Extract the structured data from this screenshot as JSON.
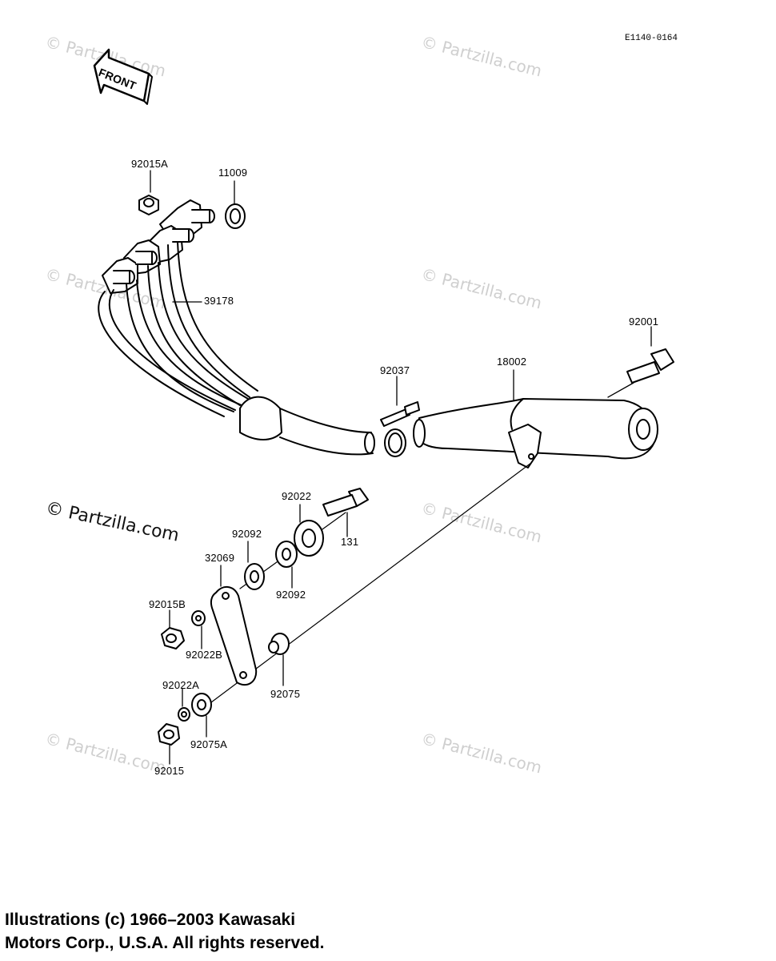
{
  "drawing_code": "E1140-0164",
  "front_arrow": {
    "label": "FRONT",
    "icon": "front-arrow-icon"
  },
  "watermark": {
    "text": "© Partzilla.com",
    "primary_text": "© Partzilla.com",
    "color": "#cfcfcf"
  },
  "parts": {
    "p92015A": "92015A",
    "p11009": "11009",
    "p39178": "39178",
    "p92001": "92001",
    "p18002": "18002",
    "p92037": "92037",
    "p92022": "92022",
    "p131": "131",
    "p92092_top": "92092",
    "p92092_right": "92092",
    "p32069": "32069",
    "p92015B": "92015B",
    "p92022B": "92022B",
    "p92075": "92075",
    "p92022A": "92022A",
    "p92075A": "92075A",
    "p92015": "92015"
  },
  "footer": {
    "line1": "Illustrations (c) 1966–2003 Kawasaki",
    "line2": "Motors Corp., U.S.A.  All rights reserved."
  }
}
